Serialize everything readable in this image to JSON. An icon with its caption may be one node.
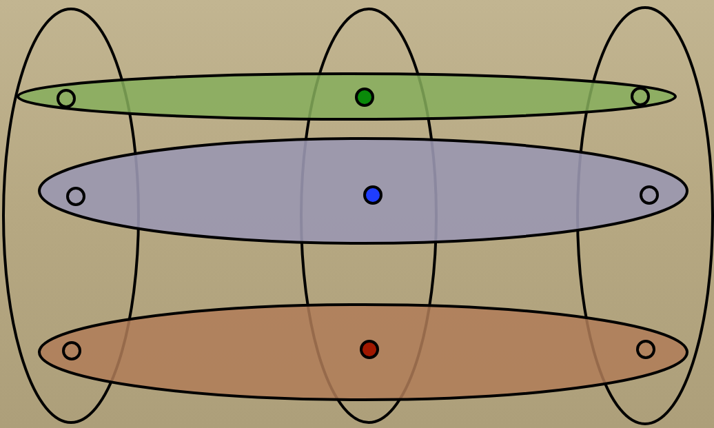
{
  "diagram": {
    "nodes": [
      {
        "text": [],
        "shape": "ellipse"
      },
      {
        "text": [],
        "shape": "ellipse"
      },
      {
        "text": [],
        "shape": "ellipse"
      },
      {
        "text": [],
        "shape": "ellipse"
      },
      {
        "text": [],
        "shape": "ellipse"
      },
      {
        "text": [],
        "shape": "ellipse"
      },
      {
        "text": [],
        "shape": "circle"
      },
      {
        "text": [],
        "shape": "circle"
      },
      {
        "text": [],
        "shape": "circle"
      },
      {
        "text": [],
        "shape": "circle"
      },
      {
        "text": [],
        "shape": "circle"
      },
      {
        "text": [],
        "shape": "circle"
      },
      {
        "text": [],
        "shape": "circle"
      },
      {
        "text": [],
        "shape": "circle"
      },
      {
        "text": [],
        "shape": "circle"
      }
    ]
  }
}
